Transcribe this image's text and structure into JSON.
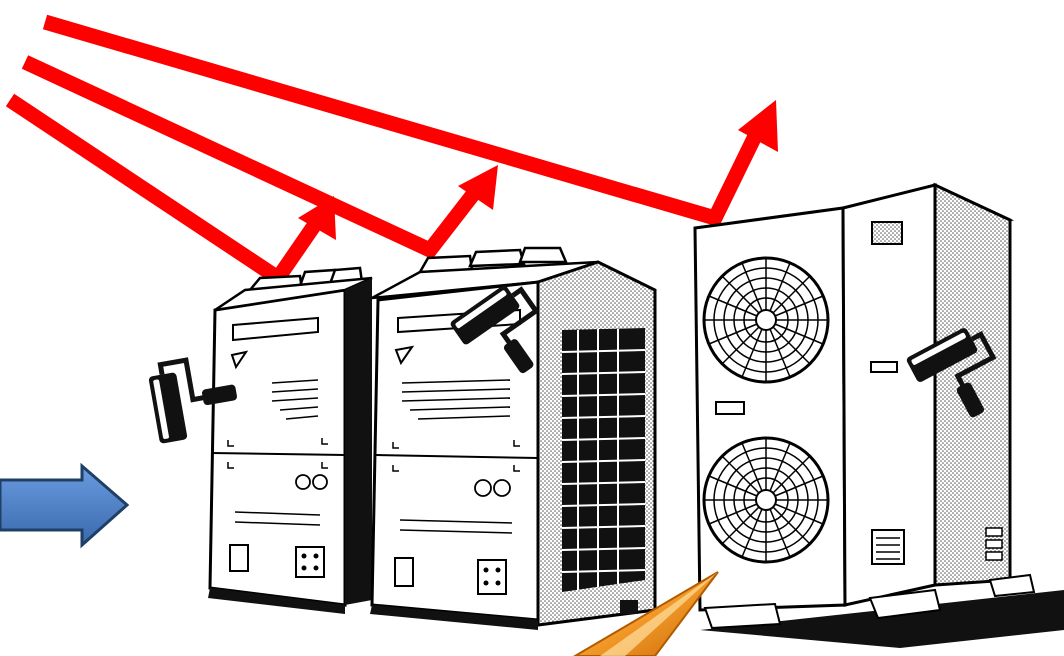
{
  "diagram": {
    "colors": {
      "flow_arrow": "#ff0000",
      "input_arrow_fill": "#4a7fc1",
      "input_arrow_stroke": "#1f3f66",
      "pointer_fill": "#f28a1a",
      "pointer_highlight": "#ffd27a",
      "outline": "#000000",
      "panel": "#ffffff",
      "shade": "#c8c8c8"
    },
    "objects": [
      {
        "id": "unit-1",
        "kind": "top-discharge outdoor unit",
        "fans": 3
      },
      {
        "id": "unit-2",
        "kind": "top-discharge outdoor unit with side coil grille",
        "fans": 3
      },
      {
        "id": "unit-3",
        "kind": "side-discharge outdoor unit",
        "fans": 2
      },
      {
        "id": "roller-1",
        "kind": "paint-roller-icon"
      },
      {
        "id": "roller-2",
        "kind": "paint-roller-icon"
      },
      {
        "id": "roller-3",
        "kind": "paint-roller-icon"
      },
      {
        "id": "flow-arrows",
        "kind": "red airflow arrows",
        "count": 3
      },
      {
        "id": "input-arrow",
        "kind": "blue block arrow"
      },
      {
        "id": "pointer",
        "kind": "orange pointer cone"
      }
    ]
  }
}
